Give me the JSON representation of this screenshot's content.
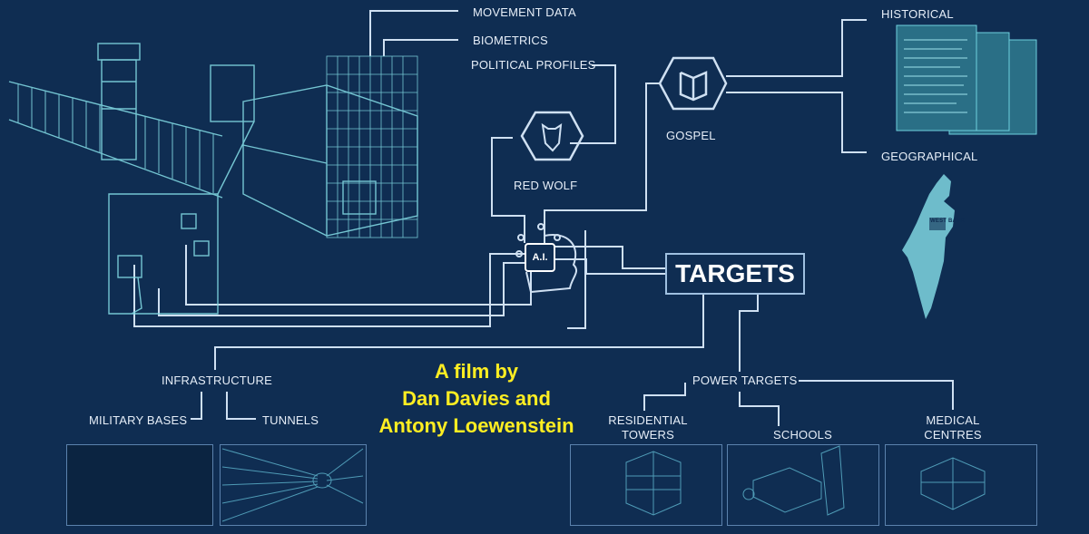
{
  "nodes": {
    "movement_data": "MOVEMENT DATA",
    "biometrics": "BIOMETRICS",
    "political_profiles": "POLITICAL PROFILES",
    "red_wolf": "RED WOLF",
    "gospel": "GOSPEL",
    "historical": "HISTORICAL",
    "geographical": "GEOGRAPHICAL",
    "ai": "A.I.",
    "targets": "TARGETS",
    "infrastructure": "INFRASTRUCTURE",
    "military_bases": "MILITARY BASES",
    "tunnels": "TUNNELS",
    "power_targets": "POWER TARGETS",
    "residential_towers": "RESIDENTIAL\nTOWERS",
    "schools": "SCHOOLS",
    "medical_centres": "MEDICAL\nCENTRES"
  },
  "credit": {
    "line1": "A film by",
    "line2": "Dan Davies and",
    "line3": "Antony Loewenstein"
  },
  "map_label": "WEST BANK",
  "colors": {
    "background": "#0f2d52",
    "line": "#cfe0f2",
    "drawing": "#7fd6e0",
    "credit": "#ffee22"
  }
}
